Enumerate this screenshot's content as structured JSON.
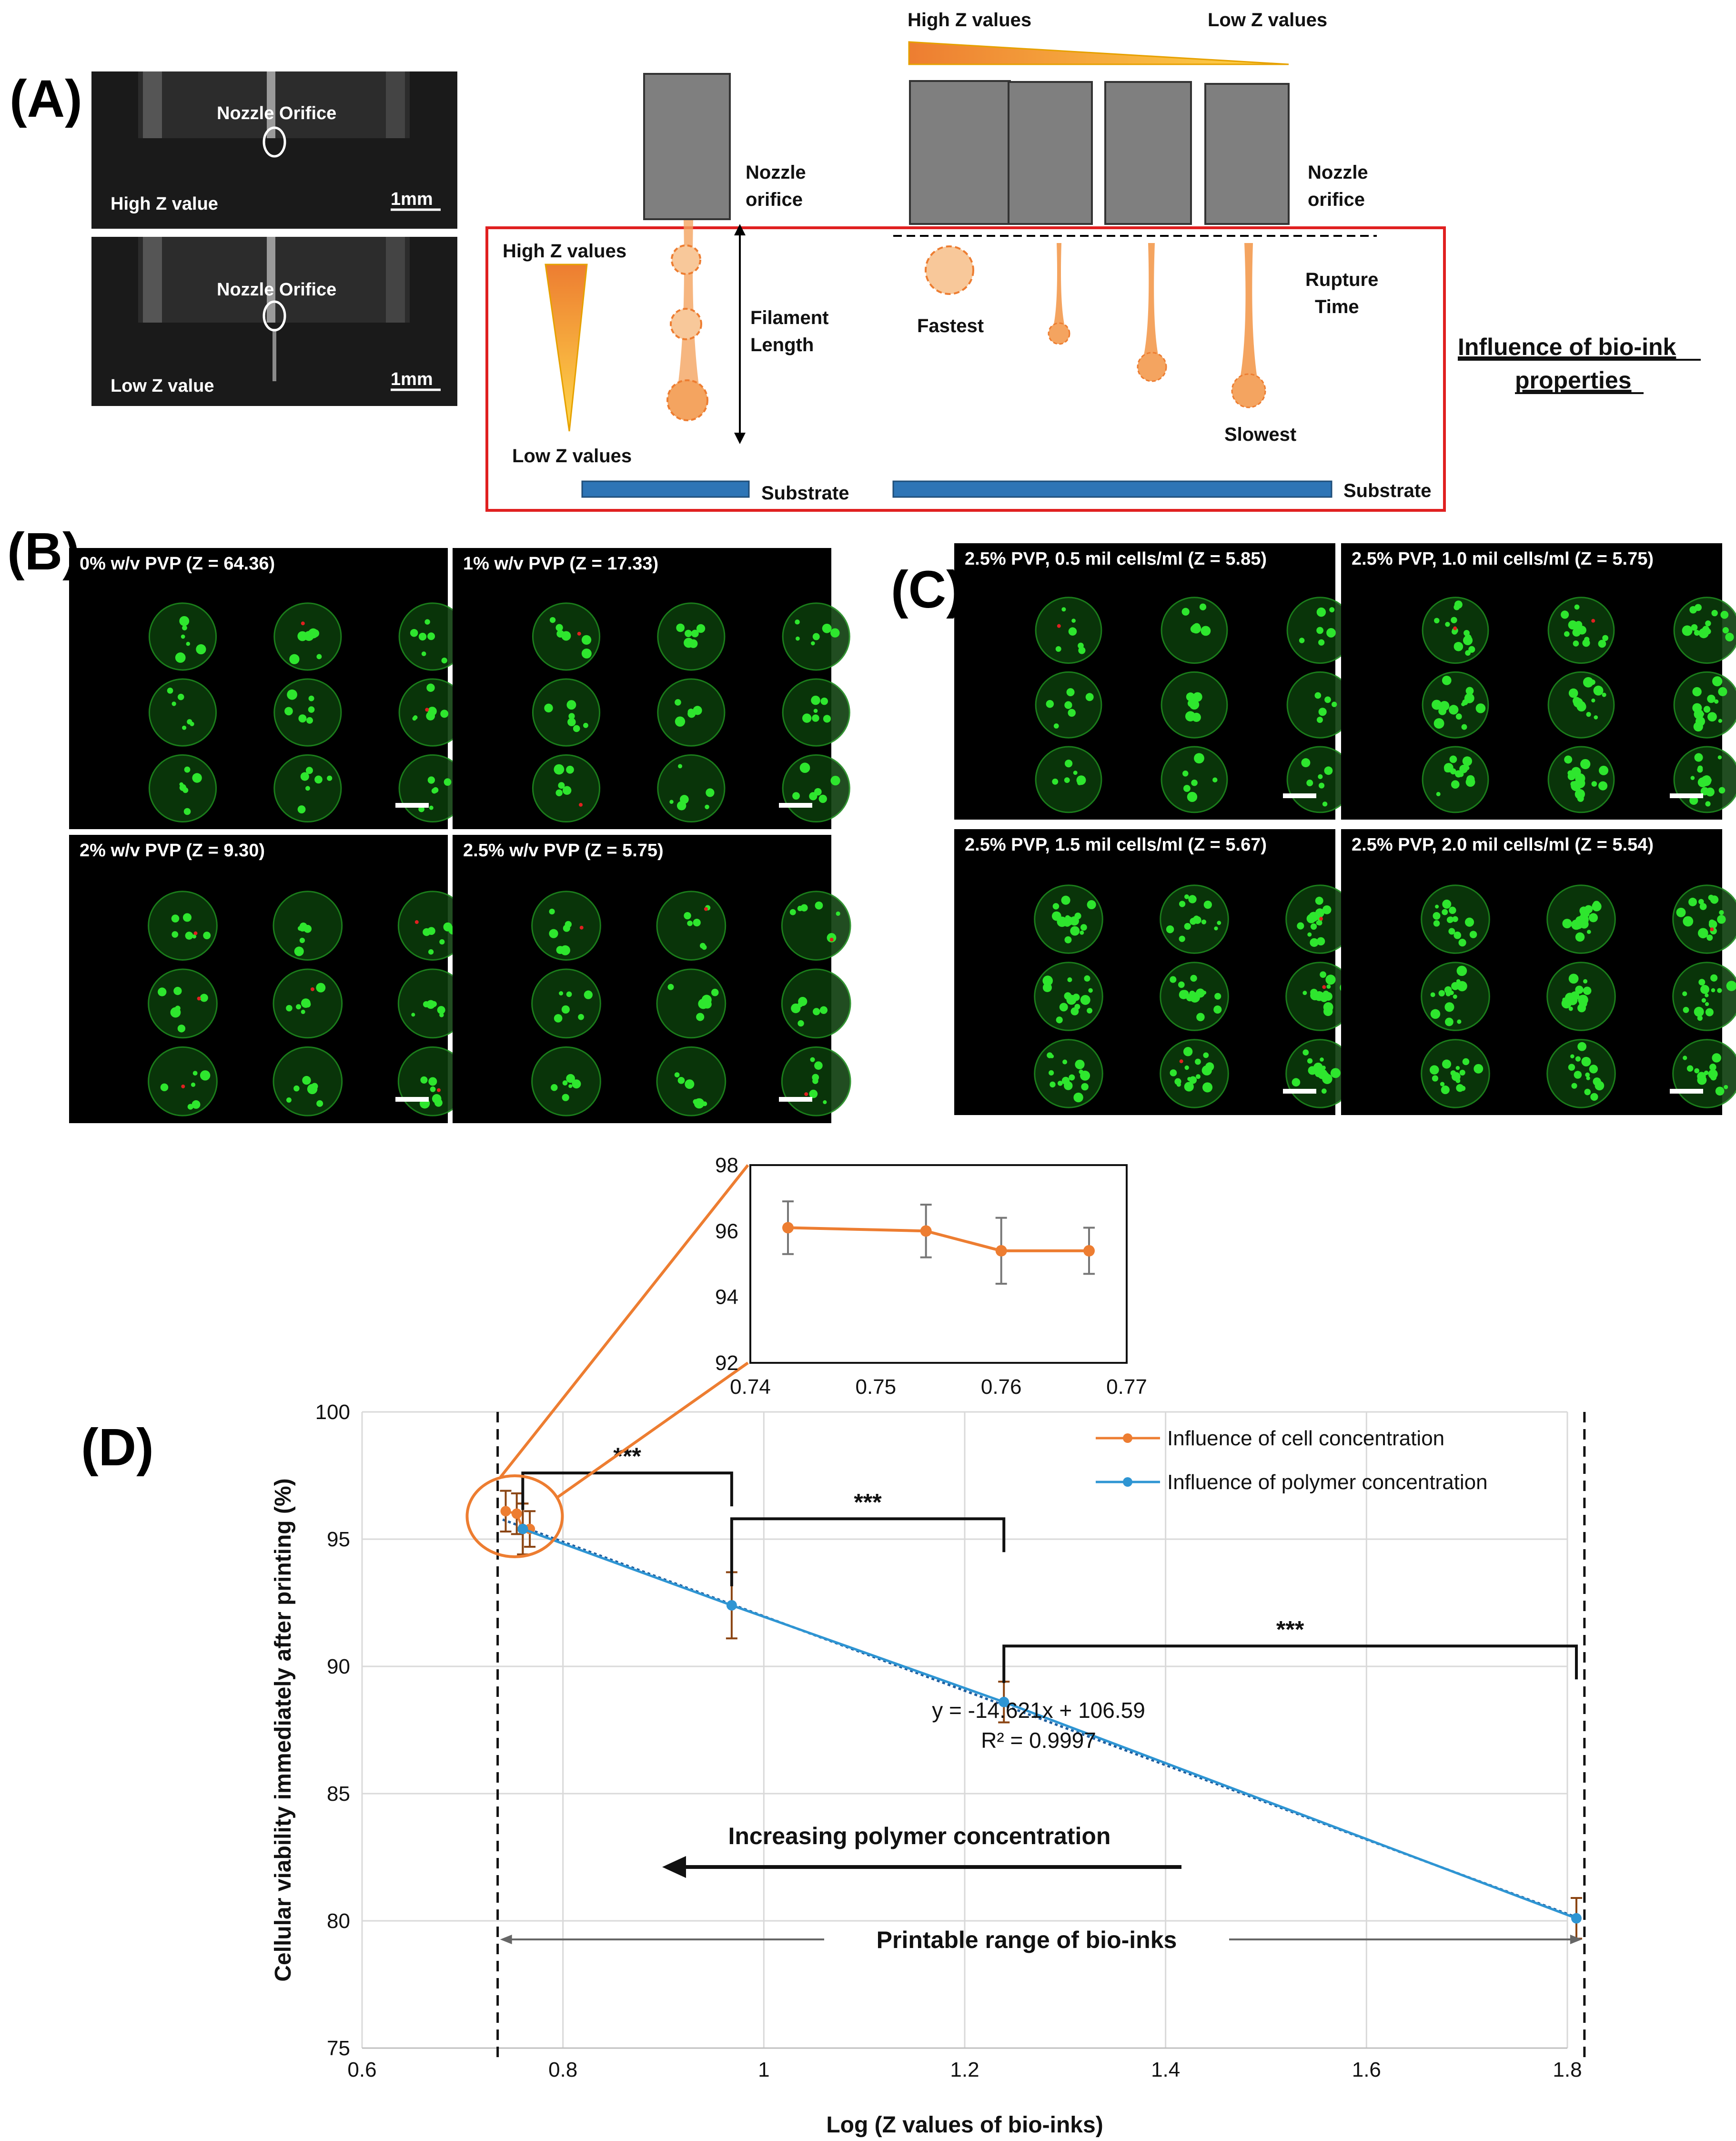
{
  "panel_labels": {
    "A": "(A)",
    "B": "(B)",
    "C": "(C)",
    "D": "(D)"
  },
  "panel_a": {
    "photo_top": {
      "label": "High Z value",
      "orifice": "Nozzle Orifice",
      "scale": "1mm"
    },
    "photo_bottom": {
      "label": "Low Z value",
      "orifice": "Nozzle Orifice",
      "scale": "1mm"
    },
    "high_z": "High Z values",
    "low_z": "Low Z values",
    "nozzle_left": [
      "Nozzle",
      "orifice"
    ],
    "nozzle_right": [
      "Nozzle",
      "orifice"
    ],
    "filament": [
      "Filament",
      "Length"
    ],
    "fastest": "Fastest",
    "slowest": "Slowest",
    "rupture": [
      "Rupture",
      "Time"
    ],
    "substrate": "Substrate",
    "influence": [
      "Influence of bio-ink",
      "properties"
    ]
  },
  "panel_b": {
    "images": [
      "0% w/v PVP (Z = 64.36)",
      "1% w/v PVP (Z = 17.33)",
      "2% w/v PVP (Z = 9.30)",
      "2.5% w/v PVP (Z = 5.75)"
    ]
  },
  "panel_c": {
    "images": [
      "2.5% PVP, 0.5 mil cells/ml (Z = 5.85)",
      "2.5% PVP, 1.0 mil cells/ml (Z = 5.75)",
      "2.5% PVP, 1.5 mil cells/ml (Z = 5.67)",
      "2.5% PVP, 2.0 mil cells/ml (Z = 5.54)"
    ]
  },
  "colors": {
    "orange": "#ED7D31",
    "blue": "#2E95D3",
    "cell_green": "#2EE62E",
    "cell_red": "#E02020",
    "nozzle_gray": "#7F7F7F",
    "substrate_blue": "#2E75B6",
    "frame_red": "#E02020"
  },
  "chart_data": [
    {
      "type": "scatter",
      "title": "",
      "xlabel": "Log (Z values of bio-inks)",
      "ylabel": "Cellular viability immediately after printing (%)",
      "xlim": [
        0.6,
        1.8
      ],
      "ylim": [
        75,
        100
      ],
      "xticks": [
        "0.6",
        "0.8",
        "1",
        "1.2",
        "1.4",
        "1.6",
        "1.8"
      ],
      "yticks": [
        "75",
        "80",
        "85",
        "90",
        "95",
        "100"
      ],
      "grid": true,
      "legend_position": "top-right",
      "series": [
        {
          "name": "Influence of cell concentration",
          "x": [
            0.743,
            0.754,
            0.76,
            0.767
          ],
          "y": [
            96.1,
            96.0,
            95.4,
            95.4
          ],
          "err": [
            0.8,
            0.8,
            1.0,
            0.7
          ]
        },
        {
          "name": "Influence of polymer concentration",
          "x": [
            0.76,
            0.968,
            1.239,
            1.809
          ],
          "y": [
            95.4,
            92.4,
            88.6,
            80.1
          ],
          "err": [
            1.0,
            1.3,
            0.8,
            0.8
          ]
        }
      ],
      "trendline": {
        "slope": -14.621,
        "intercept": 106.59
      },
      "equation": "y = -14.621x + 106.59",
      "r_squared": "R² = 0.9997",
      "significance": [
        "***",
        "***",
        "***"
      ],
      "arrow_label": "Increasing polymer concentration",
      "range_label": "Printable range of bio-inks",
      "printable_range_x": [
        0.735,
        1.817
      ]
    },
    {
      "type": "line",
      "title": "",
      "inset": true,
      "xlim": [
        0.74,
        0.77
      ],
      "ylim": [
        92,
        98
      ],
      "xticks": [
        "0.74",
        "0.75",
        "0.76",
        "0.77"
      ],
      "yticks": [
        "92",
        "94",
        "96",
        "98"
      ],
      "x": [
        0.743,
        0.754,
        0.76,
        0.767
      ],
      "y": [
        96.1,
        96.0,
        95.4,
        95.4
      ],
      "err": [
        0.8,
        0.8,
        1.0,
        0.7
      ]
    }
  ]
}
